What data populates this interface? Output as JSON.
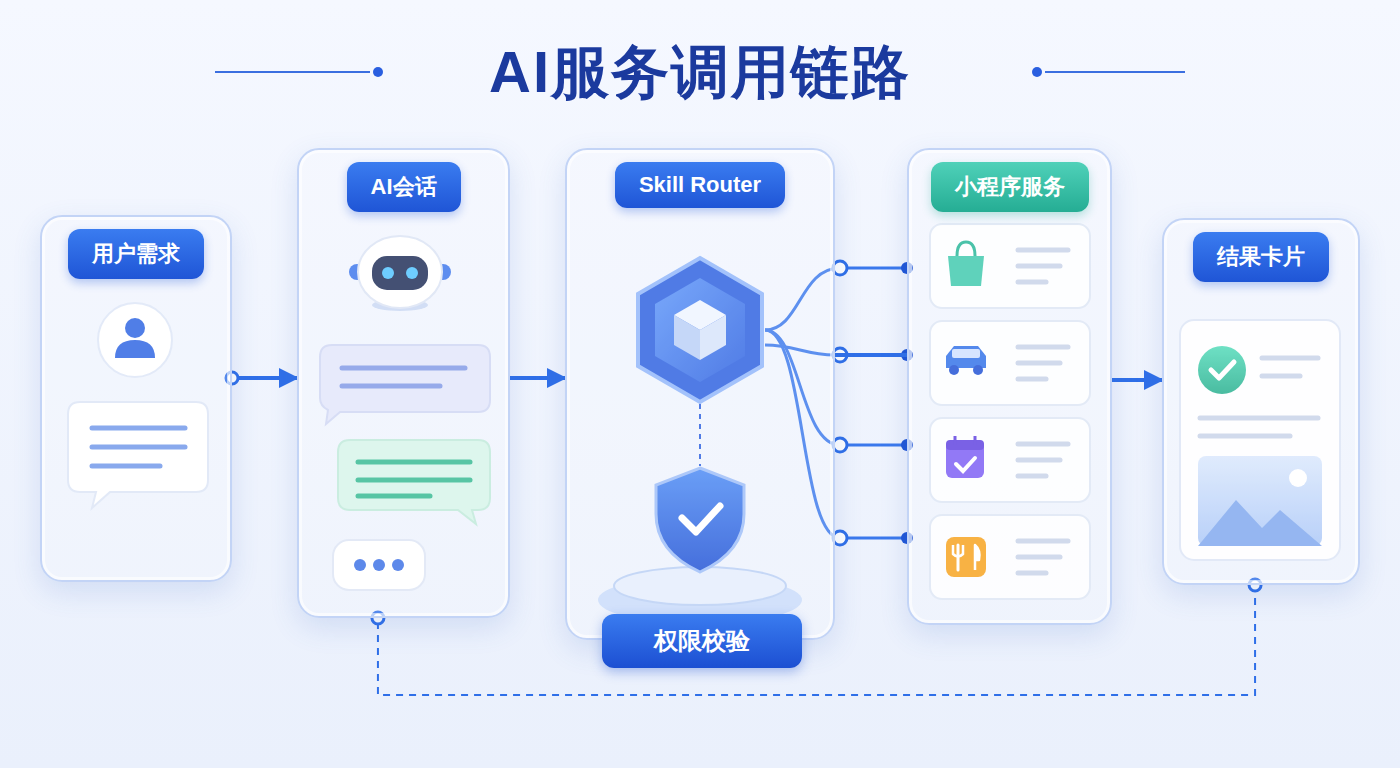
{
  "diagram": {
    "title": "AI服务调用链路",
    "nodes": [
      {
        "text": [
          "用户需求"
        ]
      },
      {
        "text": [
          "AI会话"
        ]
      },
      {
        "text": [
          "Skill Router"
        ]
      },
      {
        "text": [
          "权限校验"
        ],
        "in": 2
      },
      {
        "text": [
          "小程序服务"
        ]
      },
      {
        "text": [
          "结果卡片"
        ]
      }
    ],
    "edges": [
      {
        "from": 0,
        "to": 1,
        "arrow": "to"
      },
      {
        "from": 1,
        "to": 2,
        "arrow": "to"
      },
      {
        "from": 2,
        "to": 4,
        "arrow": "none"
      },
      {
        "from": 4,
        "to": 5,
        "arrow": "to"
      },
      {
        "from": 5,
        "to": 1,
        "arrow": "none"
      }
    ]
  }
}
